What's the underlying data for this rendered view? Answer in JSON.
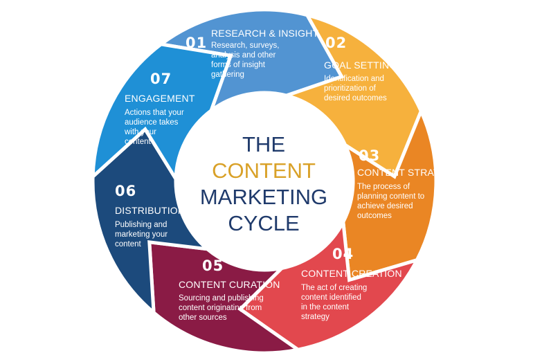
{
  "center_title": {
    "line1": "THE",
    "line2": "CONTENT",
    "line3": "MARKETING",
    "line4": "CYCLE"
  },
  "colors": {
    "navy_text": "#1f3a6b",
    "gold_text": "#d9a128"
  },
  "steps": [
    {
      "number": "01",
      "title": "RESEARCH & INSIGHT",
      "description": "Research, surveys,\nanalysis and other\nforms of insight\ngathering",
      "color": "#5294d2"
    },
    {
      "number": "02",
      "title": "GOAL SETTING",
      "description": "Identification and\nprioritization of\ndesired outcomes",
      "color": "#f6b13d"
    },
    {
      "number": "03",
      "title": "CONTENT STRATEGY",
      "description": "The process of\nplanning content to\nachieve desired\noutcomes",
      "color": "#ea8624"
    },
    {
      "number": "04",
      "title": "CONTENT CREATION",
      "description": "The act of creating\ncontent identified\nin the content\nstrategy",
      "color": "#e2484e"
    },
    {
      "number": "05",
      "title": "CONTENT CURATION",
      "description": "Sourcing and publishing\ncontent originating from\nother sources",
      "color": "#8a1b45"
    },
    {
      "number": "06",
      "title": "DISTRIBUTION",
      "description": "Publishing and\nmarketing your\ncontent",
      "color": "#1c4a7c"
    },
    {
      "number": "07",
      "title": "ENGAGEMENT",
      "description": "Actions that your\naudience takes\nwith your\ncontent",
      "color": "#1f90d6"
    }
  ]
}
